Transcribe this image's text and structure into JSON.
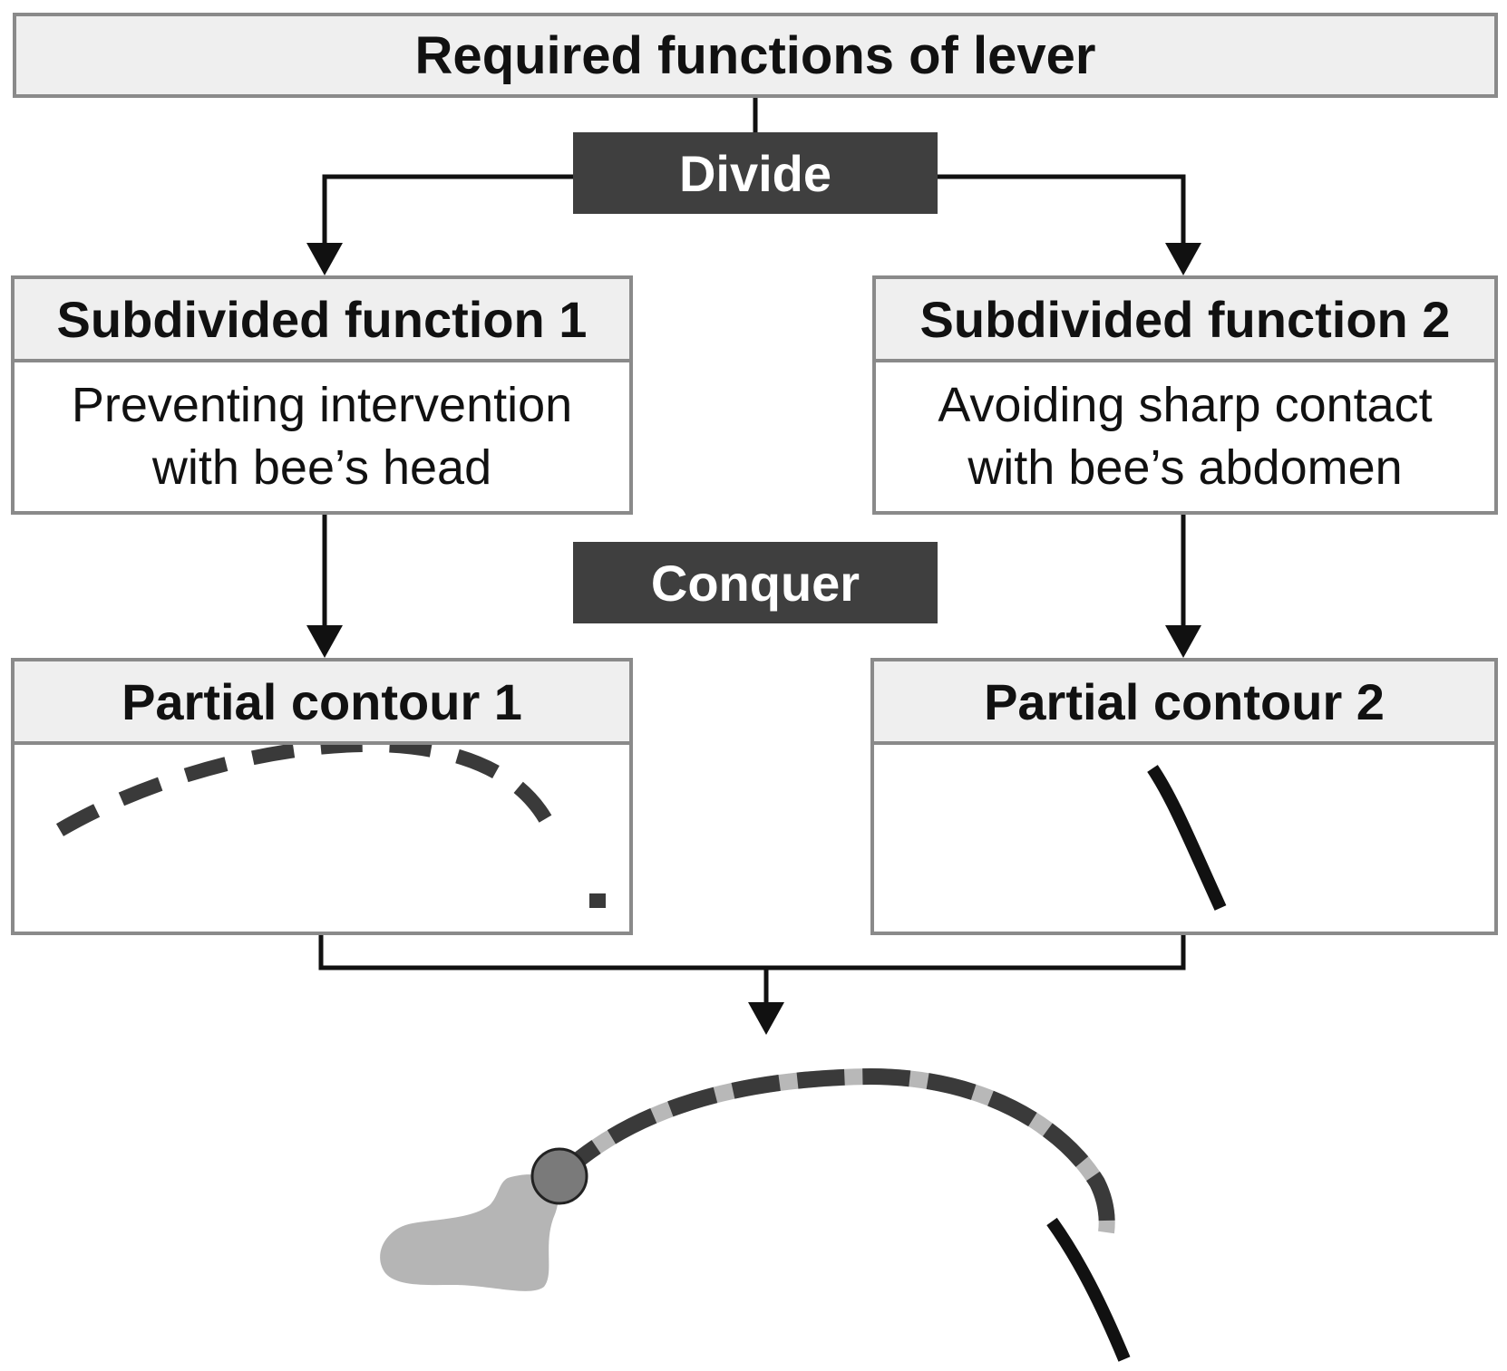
{
  "diagram": {
    "title": "Required functions of lever",
    "divide_label": "Divide",
    "conquer_label": "Conquer",
    "subfunction_1": {
      "heading": "Subdivided function 1",
      "description": "Preventing intervention\nwith bee’s head"
    },
    "subfunction_2": {
      "heading": "Subdivided function 2",
      "description": "Avoiding sharp contact\nwith bee’s abdomen"
    },
    "contour_1": {
      "heading": "Partial contour 1",
      "style": "dashed"
    },
    "contour_2": {
      "heading": "Partial contour 2",
      "style": "solid"
    },
    "result": {
      "description_shape": "combined lever contour with pivot and attachment"
    },
    "colors": {
      "dark_label_bg": "#3f3f3f",
      "box_border": "#8a8a8a",
      "header_bg": "#efefef",
      "contour_dash": "#3a3a3a",
      "contour_gap": "#b8b8b8",
      "pivot": "#7a7a7a",
      "attachment_blob": "#b5b5b5"
    }
  }
}
